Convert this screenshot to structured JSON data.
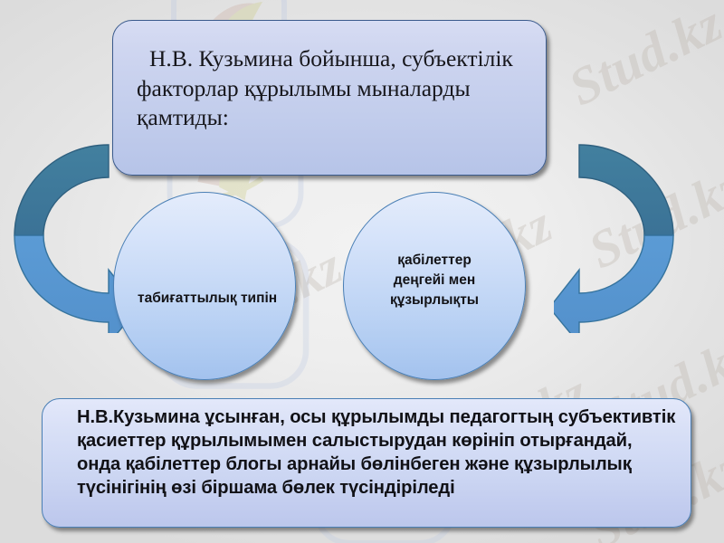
{
  "slide": {
    "background_color": "#e6e6e6",
    "accent_color": "#4a7fb5",
    "arrow_dark_color": "#3d7ca8",
    "arrow_light_color": "#5b9bd5"
  },
  "top_box": {
    "text": "Н.В. Кузьмина бойынша, субъектілік факторлар құрылымы мыналарды қамтиды:",
    "border_color": "#3a5a8c",
    "fill_color": "#c8d1ee"
  },
  "circles": [
    {
      "id": "left",
      "text": "табиғаттылық типін",
      "border_color": "#4a7fb5",
      "fill_color": "#c9dbf7"
    },
    {
      "id": "right",
      "text": "қабілеттер деңгейі мен құзырлықты",
      "border_color": "#4a7fb5",
      "fill_color": "#c9dbf7"
    }
  ],
  "bottom_box": {
    "text": "Н.В.Кузьмина ұсынған, осы құрылымды педагогтың субъективтік қасиеттер құрылымымен салыстырудан көрініп отырғандай, онда қабілеттер блогы арнайы бөлінбеген және құзырлылық түсінігінің өзі біршама бөлек түсіндіріледі",
    "border_color": "#4a7fb5",
    "fill_color": "#d2dbf5"
  },
  "arrows": {
    "left_label": "left-curved-arrow",
    "right_label": "right-curved-arrow"
  },
  "watermarks": {
    "text": "Stud.kz",
    "instances": [
      "Stud.kz",
      "Stud.kz",
      "Stud.kz",
      "Stud.kz",
      "Stud.kz",
      "Stud.kz",
      "Stud.kz",
      "Stud.kz"
    ]
  }
}
